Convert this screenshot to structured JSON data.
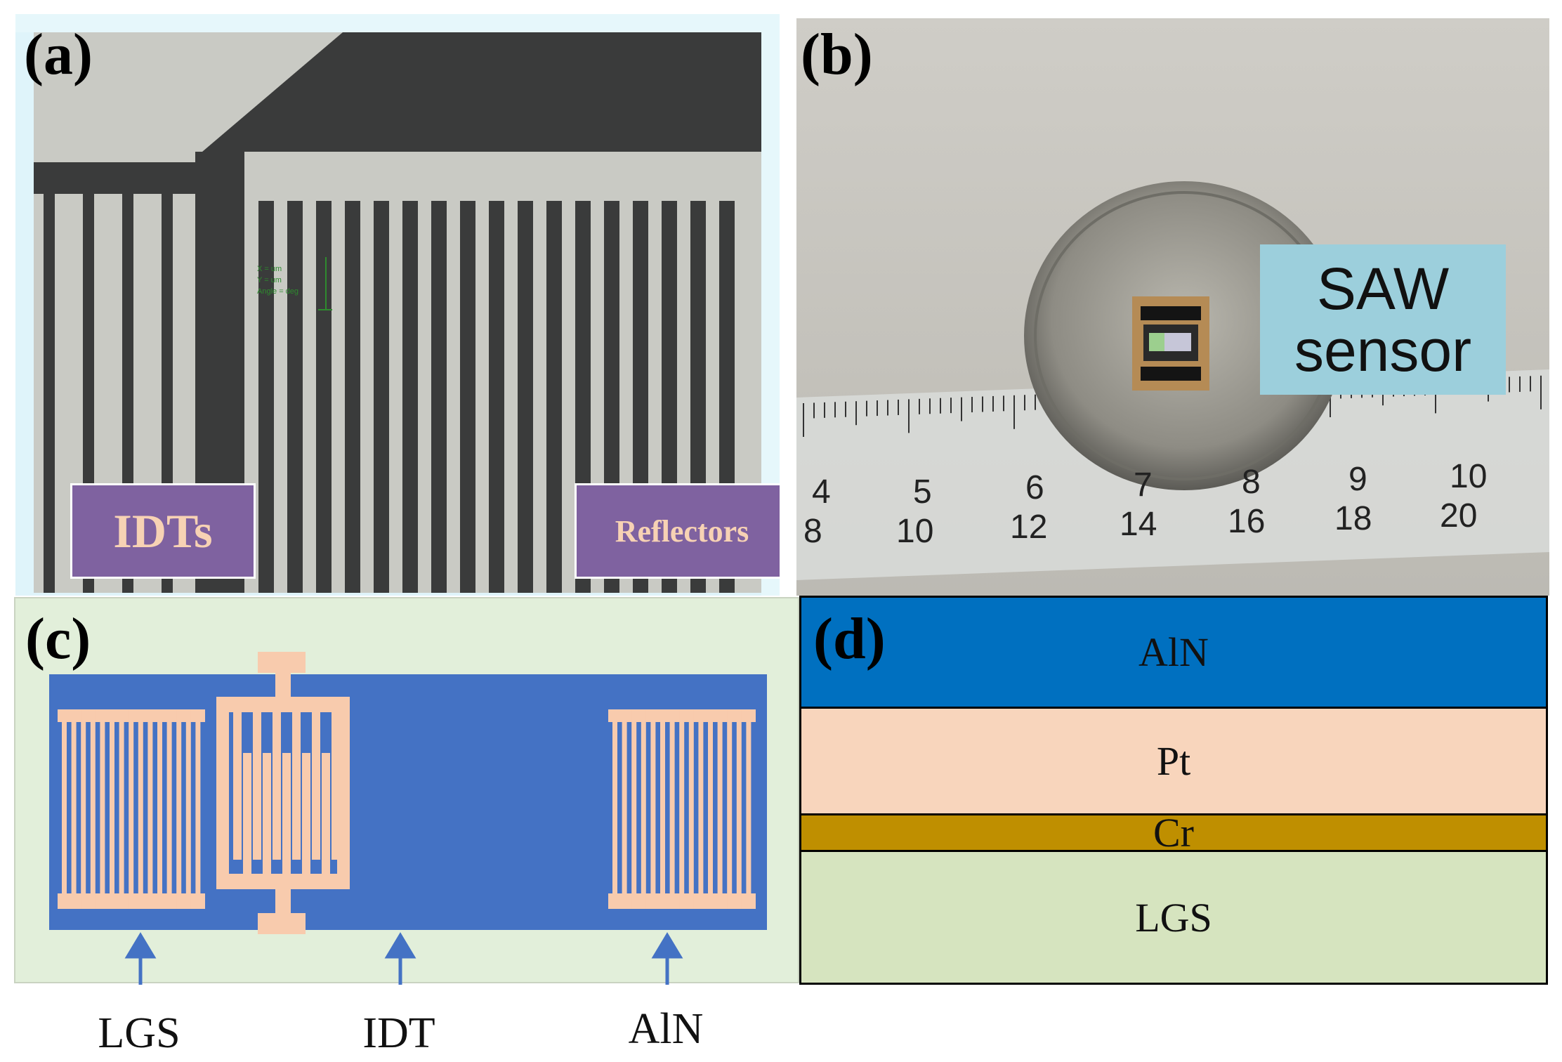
{
  "panels": {
    "a": {
      "label": "(a)",
      "idt_label": "IDTs",
      "reflector_label": "Reflectors",
      "measure_lines": [
        "X = um",
        "Y = um",
        "Angle = deg"
      ]
    },
    "b": {
      "label": "(b)",
      "sensor_label_line1": "SAW",
      "sensor_label_line2": "sensor",
      "ruler_cm": [
        "4",
        "5",
        "6",
        "7",
        "8",
        "9",
        "10"
      ],
      "ruler_half_cm": [
        "8",
        "10",
        "12",
        "14",
        "16",
        "18",
        "20"
      ]
    },
    "c": {
      "label": "(c)",
      "arrows": [
        "LGS",
        "IDT",
        "AlN"
      ]
    },
    "d": {
      "label": "(d)",
      "layers": [
        "AlN",
        "Pt",
        "Cr",
        "LGS"
      ]
    }
  },
  "colors": {
    "aln_blue_c": "#4472c4",
    "electrode_peach": "#f8cbad",
    "aln_blue_d": "#0070c0",
    "pt_peach": "#f8d5bc",
    "cr_gold": "#bf8f00",
    "lgs_green": "#d6e4bf",
    "label_purple": "#7f62a0",
    "saw_label_bg": "#9ccfdc"
  }
}
